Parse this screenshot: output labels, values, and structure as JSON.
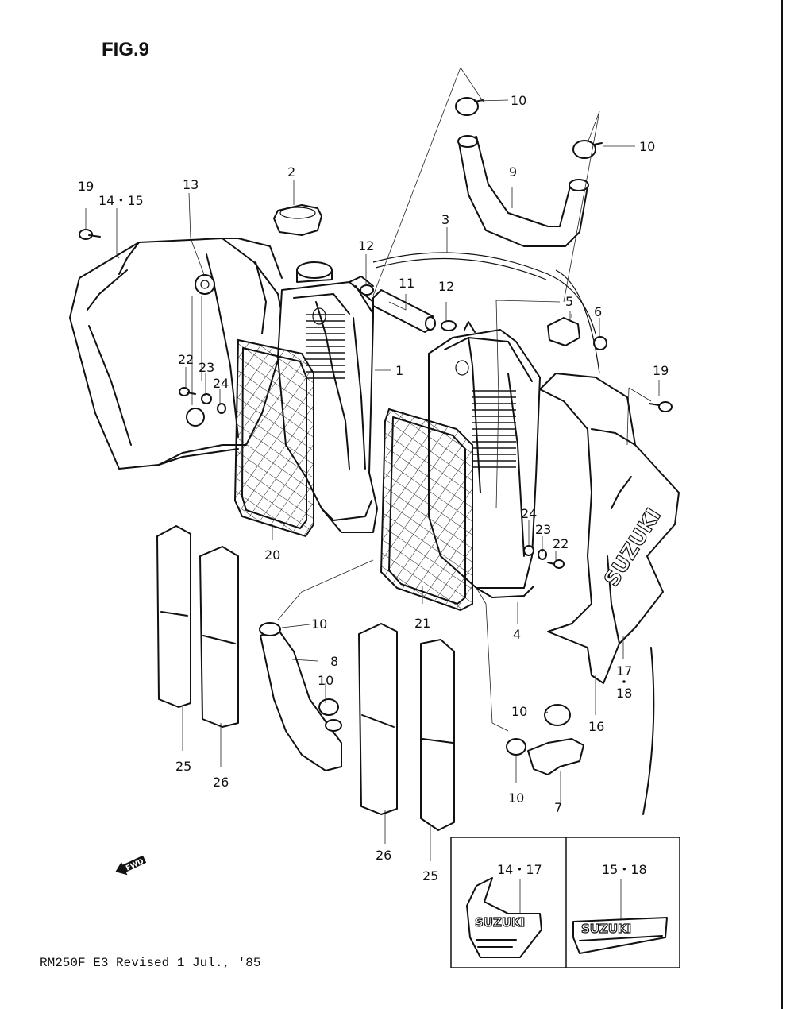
{
  "title": "FIG.9",
  "footer": "RM250F E3  Revised 1 Jul., '85",
  "fwd_label": "FWD",
  "brand_text": "SUZUKI",
  "inset": {
    "left_label": "14・17",
    "right_label": "15・18"
  },
  "callouts": [
    {
      "id": "c10a",
      "text": "10"
    },
    {
      "id": "c10b",
      "text": "10"
    },
    {
      "id": "c9",
      "text": "9"
    },
    {
      "id": "c2",
      "text": "2"
    },
    {
      "id": "c19a",
      "text": "19"
    },
    {
      "id": "c1415",
      "text": "14・15"
    },
    {
      "id": "c13",
      "text": "13"
    },
    {
      "id": "c3",
      "text": "3"
    },
    {
      "id": "c12a",
      "text": "12"
    },
    {
      "id": "c11",
      "text": "11"
    },
    {
      "id": "c12b",
      "text": "12"
    },
    {
      "id": "c5",
      "text": "5"
    },
    {
      "id": "c6",
      "text": "6"
    },
    {
      "id": "c1",
      "text": "1"
    },
    {
      "id": "c19b",
      "text": "19"
    },
    {
      "id": "c22a",
      "text": "22"
    },
    {
      "id": "c23a",
      "text": "23"
    },
    {
      "id": "c24a",
      "text": "24"
    },
    {
      "id": "c20",
      "text": "20"
    },
    {
      "id": "c24b",
      "text": "24"
    },
    {
      "id": "c23b",
      "text": "23"
    },
    {
      "id": "c22b",
      "text": "22"
    },
    {
      "id": "c10c",
      "text": "10"
    },
    {
      "id": "c8",
      "text": "8"
    },
    {
      "id": "c21",
      "text": "21"
    },
    {
      "id": "c4",
      "text": "4"
    },
    {
      "id": "c10d",
      "text": "10"
    },
    {
      "id": "c17",
      "text": "17"
    },
    {
      "id": "c18",
      "text": "18"
    },
    {
      "id": "c10e",
      "text": "10"
    },
    {
      "id": "c16",
      "text": "16"
    },
    {
      "id": "c25a",
      "text": "25"
    },
    {
      "id": "c26a",
      "text": "26"
    },
    {
      "id": "c10f",
      "text": "10"
    },
    {
      "id": "c7",
      "text": "7"
    },
    {
      "id": "c26b",
      "text": "26"
    },
    {
      "id": "c25b",
      "text": "25"
    }
  ]
}
